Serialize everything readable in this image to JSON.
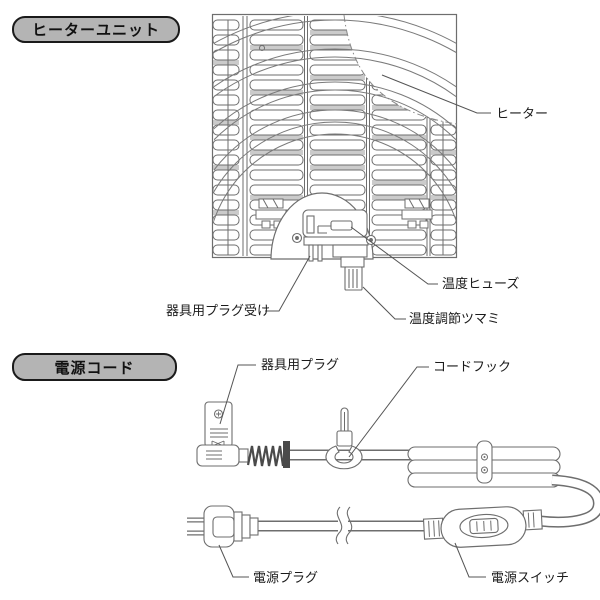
{
  "colors": {
    "badge_fill": "#b4b4b4",
    "badge_border": "#1a1a1a",
    "line": "#6e6e6e",
    "leader_line": "#555555",
    "text": "#1a1a1a",
    "slat_shade": "#cbcbcb"
  },
  "heater_section": {
    "badge": "ヒーターユニット",
    "labels": {
      "heater": "ヒーター",
      "thermal_fuse": "温度ヒューズ",
      "appliance_plug_socket": "器具用プラグ受け",
      "temperature_knob": "温度調節ツマミ"
    }
  },
  "cord_section": {
    "badge": "電源コード",
    "labels": {
      "appliance_plug": "器具用プラグ",
      "cord_hook": "コードフック",
      "power_plug": "電源プラグ",
      "power_switch": "電源スイッチ"
    }
  }
}
